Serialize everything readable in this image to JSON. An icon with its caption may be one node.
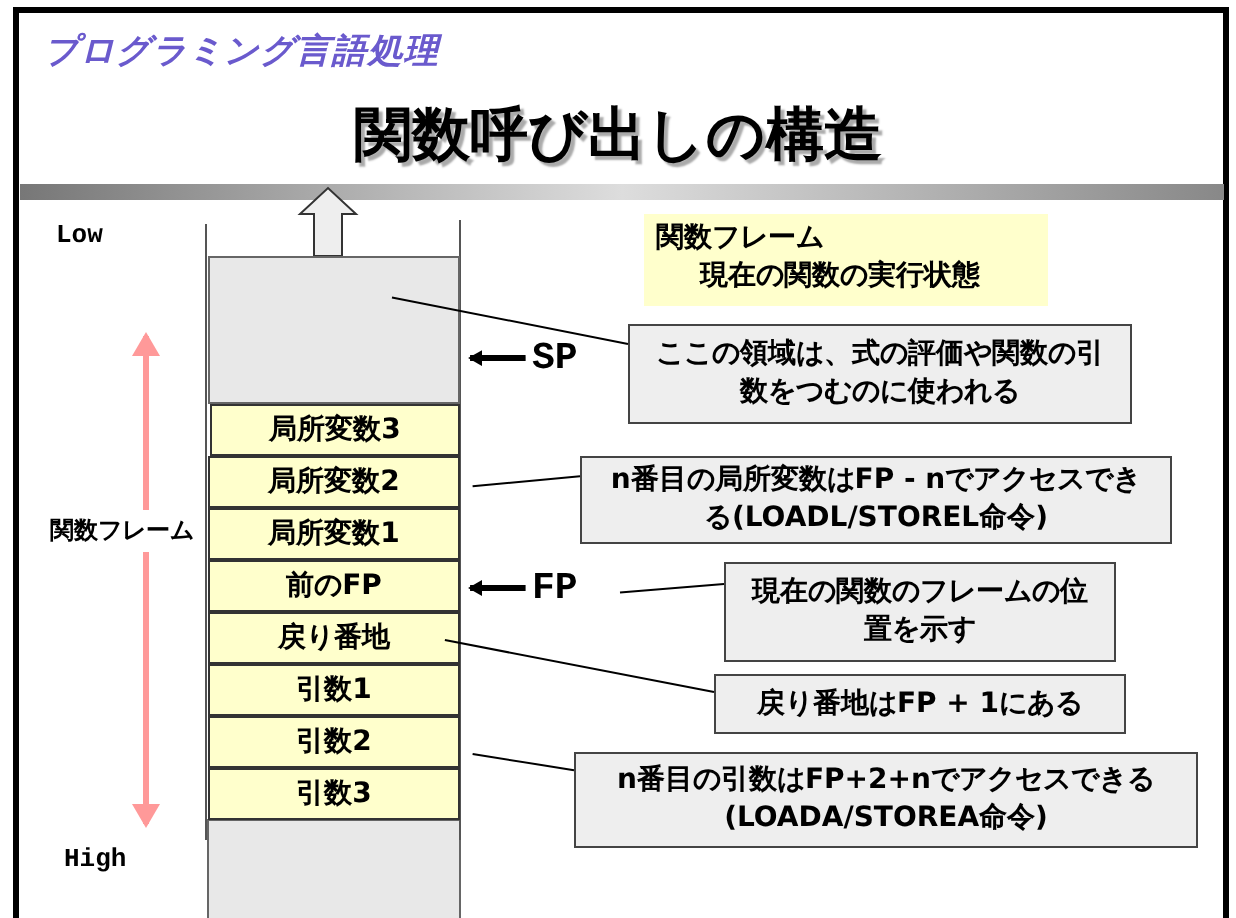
{
  "diagram": {
    "title": "関数呼び出しの構造",
    "nodes": [
      {
        "text": [],
        "shape": "box"
      },
      {
        "text": [
          "局所変数3"
        ]
      },
      {
        "text": [
          "局所変数2"
        ]
      },
      {
        "text": [
          "局所変数1"
        ]
      },
      {
        "text": [
          "前のFP"
        ]
      },
      {
        "text": [
          "戻り番地"
        ]
      },
      {
        "text": [
          "引数1"
        ]
      },
      {
        "text": [
          "引数2"
        ]
      },
      {
        "text": [
          "引数3"
        ]
      },
      {
        "text": [
          "SP"
        ]
      },
      {
        "text": [
          "FP"
        ]
      },
      {
        "text": [
          "関数フレーム",
          "現在の関数の実行状態"
        ]
      },
      {
        "text": [
          "ここの領域は、式の評価や関数の引数をつむのに使われる"
        ]
      },
      {
        "text": [
          "n番目の局所変数はFP - nでアクセスできる(LOADL/STOREL命令)"
        ]
      },
      {
        "text": [
          "現在の関数のフレームの位置を示す"
        ]
      },
      {
        "text": [
          "戻り番地はFP + 1にある"
        ]
      },
      {
        "text": [
          "n番目の引数はFP+2+nでアクセスできる(LOADA/STOREA命令)"
        ]
      }
    ],
    "edges": [
      {
        "from": 12,
        "to": 0,
        "arrow": "none"
      },
      {
        "from": 13,
        "to": 2,
        "arrow": "none"
      },
      {
        "from": 14,
        "to": 10,
        "arrow": "none"
      },
      {
        "from": 15,
        "to": 5,
        "arrow": "none"
      },
      {
        "from": 16,
        "to": 7,
        "arrow": "none"
      },
      {
        "from": 9,
        "to": 0,
        "arrow": "to",
        "style": "thick"
      },
      {
        "from": 10,
        "to": 4,
        "arrow": "to",
        "style": "thick"
      }
    ],
    "labels": [
      "プログラミング言語処理",
      "Low",
      "関数フレーム",
      "High"
    ]
  }
}
